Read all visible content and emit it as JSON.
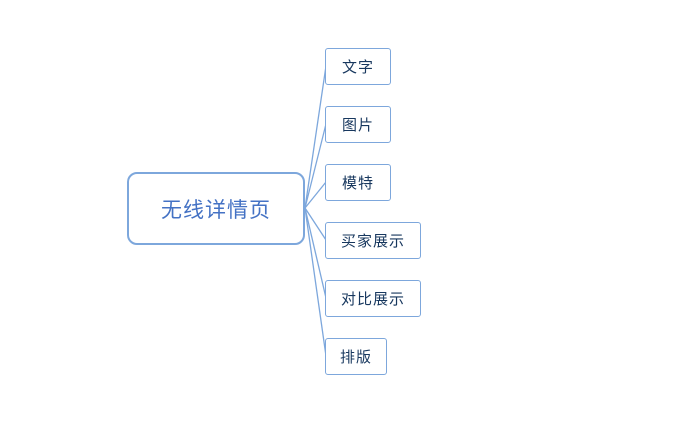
{
  "diagram": {
    "type": "mindmap",
    "root": {
      "label": "无线详情页"
    },
    "children": [
      {
        "label": "文字"
      },
      {
        "label": "图片"
      },
      {
        "label": "模特"
      },
      {
        "label": "买家展示"
      },
      {
        "label": "对比展示"
      },
      {
        "label": "排版"
      }
    ],
    "colors": {
      "node_border": "#7da7dc",
      "connector_line": "#7da7dc",
      "root_text": "#4472c4",
      "child_text": "#17375e",
      "background": "#ffffff"
    }
  }
}
